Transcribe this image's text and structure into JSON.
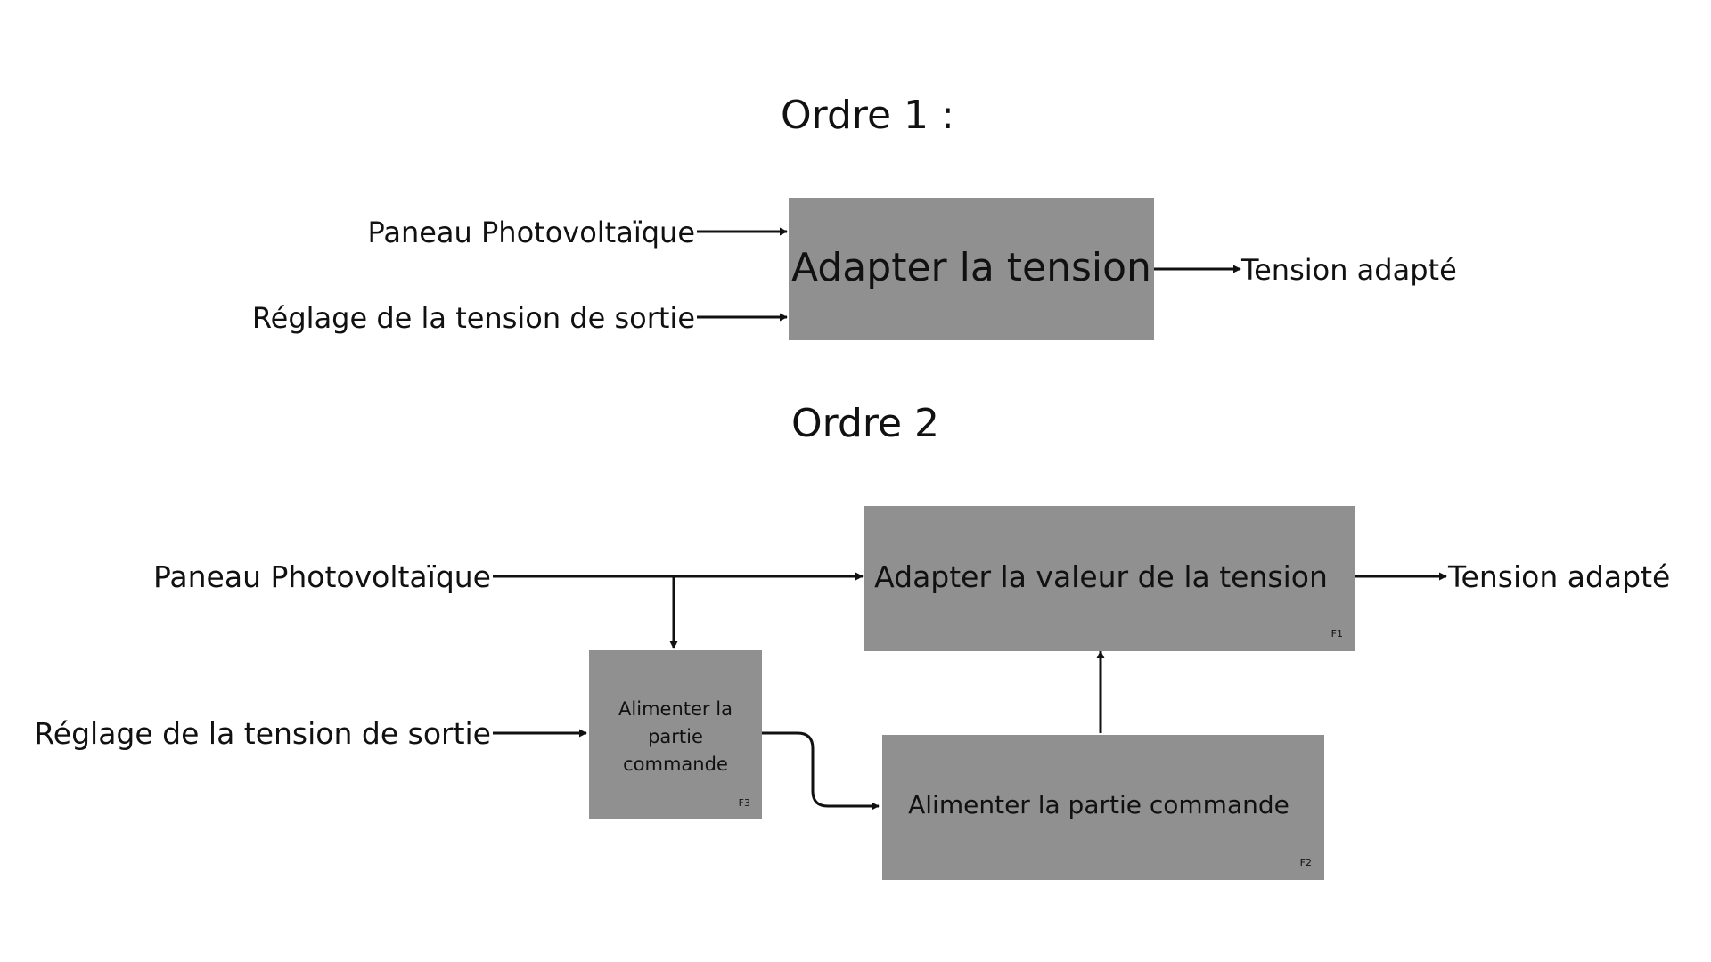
{
  "order1": {
    "title": "Ordre 1 :",
    "inputs": [
      "Paneau Photovoltaïque",
      "Réglage de la tension de sortie"
    ],
    "box": {
      "label": "Adapter la tension"
    },
    "output": "Tension adapté"
  },
  "order2": {
    "title": "Ordre 2",
    "inputs": [
      "Paneau Photovoltaïque",
      "Réglage de la tension de sortie"
    ],
    "f1": {
      "label": "Adapter la valeur de la tension",
      "code": "F1"
    },
    "f2": {
      "label": "Alimenter la partie commande",
      "code": "F2"
    },
    "f3": {
      "label_lines": [
        "Alimenter la",
        "partie",
        "commande"
      ],
      "code": "F3"
    },
    "output": "Tension adapté"
  },
  "colors": {
    "box_fill": "#909090",
    "line": "#111111",
    "text": "#111111"
  }
}
